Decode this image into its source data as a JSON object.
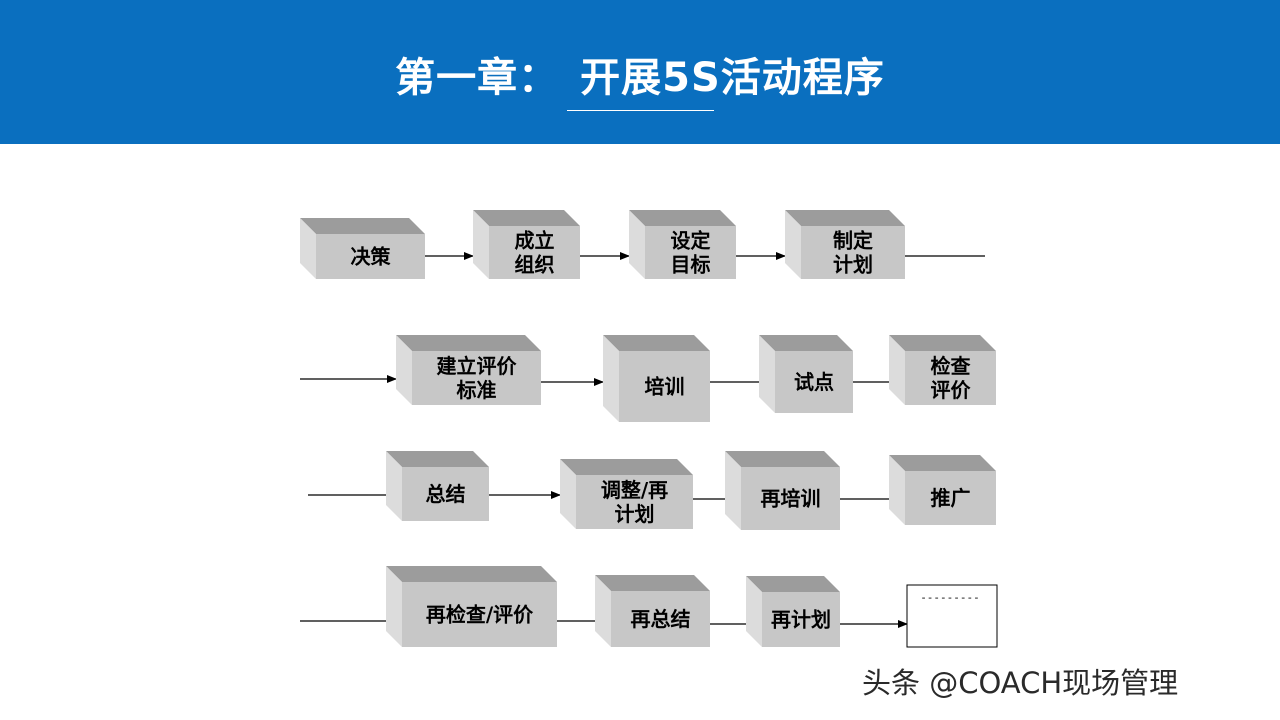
{
  "header": {
    "title": "第一章：　开展5S活动程序",
    "bg_color": "#0a6fbf"
  },
  "flow": {
    "boxes": [
      {
        "id": "b1",
        "lines": [
          "决策"
        ]
      },
      {
        "id": "b2",
        "lines": [
          "成立",
          "组织"
        ]
      },
      {
        "id": "b3",
        "lines": [
          "设定",
          "目标"
        ]
      },
      {
        "id": "b4",
        "lines": [
          "制定",
          "计划"
        ]
      },
      {
        "id": "b5",
        "lines": [
          "建立评价",
          "标准"
        ]
      },
      {
        "id": "b6",
        "lines": [
          "培训"
        ]
      },
      {
        "id": "b7",
        "lines": [
          "试点"
        ]
      },
      {
        "id": "b8",
        "lines": [
          "检查",
          "评价"
        ]
      },
      {
        "id": "b9",
        "lines": [
          "总结"
        ]
      },
      {
        "id": "b10",
        "lines": [
          "调整/再",
          "计划"
        ]
      },
      {
        "id": "b11",
        "lines": [
          "再培训"
        ]
      },
      {
        "id": "b12",
        "lines": [
          "推广"
        ]
      },
      {
        "id": "b13",
        "lines": [
          "再检查/评价"
        ]
      },
      {
        "id": "b14",
        "lines": [
          "再总结"
        ]
      },
      {
        "id": "b15",
        "lines": [
          "再计划"
        ]
      }
    ],
    "final_box": {
      "text": "---------"
    },
    "box_front_color": "#c7c7c7",
    "box_top_color": "#9c9c9c",
    "box_side_color": "#dcdcdc"
  },
  "watermark": "头条 @COACH现场管理"
}
